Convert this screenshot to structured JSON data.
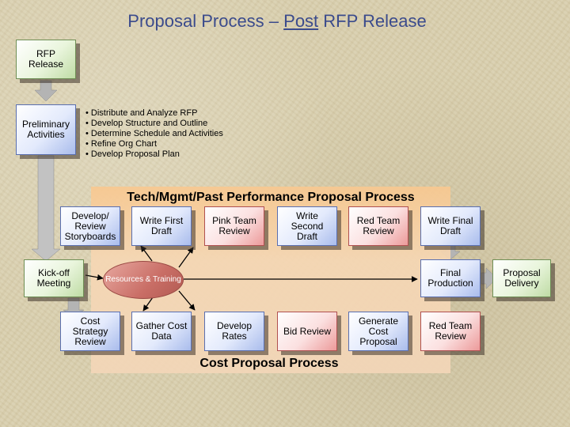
{
  "title": {
    "prefix": "Proposal Process – ",
    "underlined": "Post",
    "suffix": " RFP Release"
  },
  "boxes": {
    "rfp_release": "RFP Release",
    "preliminary_activities": "Preliminary Activities",
    "develop_review_storyboards": "Develop/ Review Storyboards",
    "write_first_draft": "Write First Draft",
    "pink_team_review": "Pink Team Review",
    "write_second_draft": "Write Second Draft",
    "red_team_review_tech": "Red Team Review",
    "write_final_draft": "Write Final Draft",
    "kick_off_meeting": "Kick-off Meeting",
    "final_production": "Final Production",
    "proposal_delivery": "Proposal Delivery",
    "cost_strategy_review": "Cost Strategy Review",
    "gather_cost_data": "Gather Cost Data",
    "develop_rates": "Develop Rates",
    "bid_review": "Bid Review",
    "generate_cost_proposal": "Generate Cost Proposal",
    "red_team_review_cost": "Red Team Review"
  },
  "preliminary_bullets": [
    "• Distribute and Analyze RFP",
    "• Develop Structure and Outline",
    "• Determine Schedule and Activities",
    "• Refine Org Chart",
    "• Develop Proposal Plan"
  ],
  "resources": "Resources & Training",
  "tech_process_title": "Tech/Mgmt/Past Performance Proposal Process",
  "cost_process_title": "Cost Proposal Process",
  "colors": {
    "title": "#3b4b8c",
    "green_box": "#bfdca5",
    "blue_box": "#a9bcec",
    "red_box": "#ec9a9a",
    "panel": "#f6d7b4",
    "arrow_gray": "#b8b8b8"
  }
}
